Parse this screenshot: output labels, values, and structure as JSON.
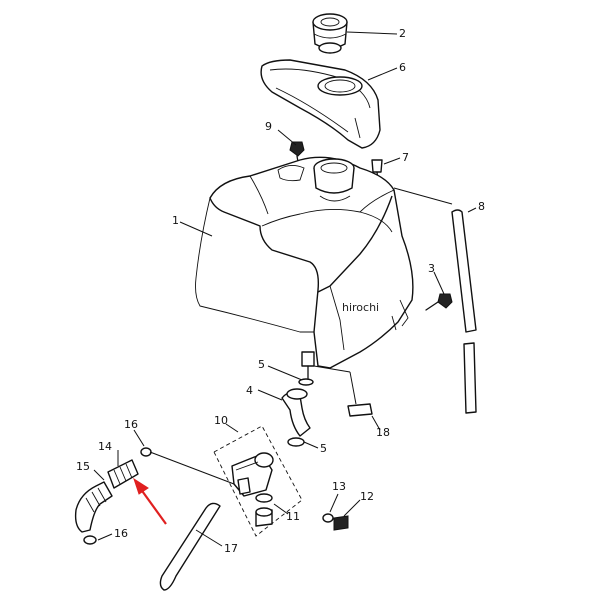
{
  "watermark": "hirochi",
  "callouts": {
    "p1": "1",
    "p2": "2",
    "p3": "3",
    "p4": "4",
    "p5a": "5",
    "p5b": "5",
    "p6": "6",
    "p7": "7",
    "p8": "8",
    "p9": "9",
    "p10": "10",
    "p11": "11",
    "p12": "12",
    "p13": "13",
    "p14": "14",
    "p15": "15",
    "p16a": "16",
    "p16b": "16",
    "p17": "17",
    "p18": "18"
  },
  "colors": {
    "line": "#111111",
    "arrow": "#e02020",
    "background": "#ffffff"
  }
}
